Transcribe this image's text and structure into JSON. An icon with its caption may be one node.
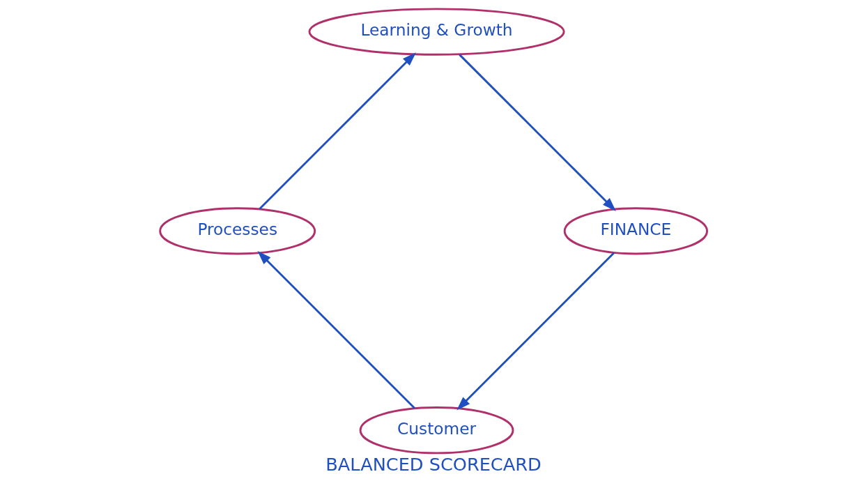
{
  "diagram": {
    "title": "BALANCED SCORECARD",
    "nodes": [
      {
        "text": [
          "Customer"
        ]
      },
      {
        "text": [
          "Processes"
        ]
      },
      {
        "text": [
          "Learning & Growth"
        ]
      },
      {
        "text": [
          "FINANCE"
        ]
      }
    ],
    "edges": [
      {
        "from": 0,
        "to": 1,
        "arrow": "to"
      },
      {
        "from": 1,
        "to": 2,
        "arrow": "to"
      },
      {
        "from": 2,
        "to": 3,
        "arrow": "to"
      },
      {
        "from": 3,
        "to": 0,
        "arrow": "to"
      }
    ]
  }
}
